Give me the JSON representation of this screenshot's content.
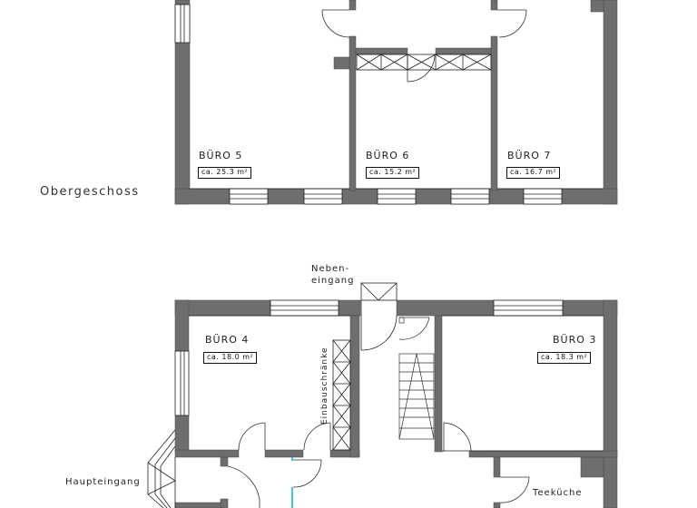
{
  "floors": {
    "upper": {
      "label": "Obergeschoss",
      "rooms": [
        {
          "name": "BÜRO 5",
          "area": "ca. 25.3  m²"
        },
        {
          "name": "BÜRO 6",
          "area": "ca. 15.2  m²"
        },
        {
          "name": "BÜRO 7",
          "area": "ca. 16.7  m²"
        }
      ]
    },
    "ground": {
      "rooms": [
        {
          "name": "BÜRO 4",
          "area": "ca. 18.0  m²"
        },
        {
          "name": "BÜRO 3",
          "area": "ca. 18.3  m²"
        },
        {
          "name": "Teeküche"
        }
      ],
      "annotations": {
        "side_entrance_line1": "Neben-",
        "side_entrance_line2": "eingang",
        "main_entrance": "Haupteingang",
        "built_in_cabinets": "Einbauschränke"
      }
    }
  },
  "colors": {
    "wall": "#6e6e6e",
    "line": "#222222",
    "accent": "#3ec6d6"
  }
}
